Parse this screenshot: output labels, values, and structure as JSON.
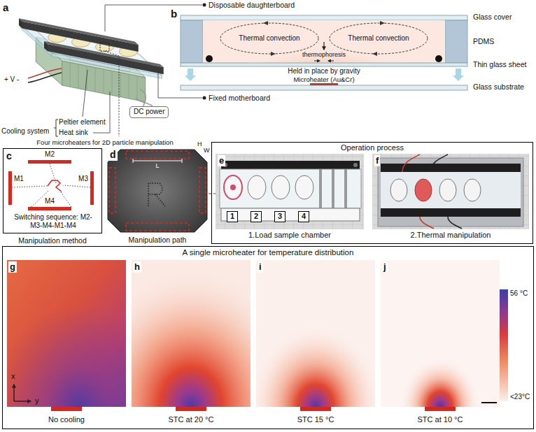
{
  "diagram": {
    "nodes": [
      {
        "text": [
          "DC power"
        ]
      },
      {
        "text": [
          "c",
          "Switching sequence: M2-M3-M4-M1-M4",
          "Manipulation method"
        ]
      },
      {
        "text": [
          "d",
          "Manipulation path"
        ]
      },
      {
        "text": [
          "Operation process"
        ]
      },
      {
        "text": [
          "e",
          "1.Load sample chamber"
        ],
        "in": 3
      },
      {
        "text": [
          "1"
        ],
        "in": 4
      },
      {
        "text": [
          "2"
        ],
        "in": 4
      },
      {
        "text": [
          "3"
        ],
        "in": 4
      },
      {
        "text": [
          "4"
        ],
        "in": 4
      },
      {
        "text": [
          "f",
          "2.Thermal manipulation"
        ],
        "in": 3
      },
      {
        "text": [
          "A single microheater for temperature distribution"
        ]
      },
      {
        "text": [
          "g",
          "No cooling"
        ],
        "in": 10
      },
      {
        "text": [
          "h",
          "STC at 20 °C"
        ],
        "in": 10
      },
      {
        "text": [
          "i",
          "STC 15 °C"
        ],
        "in": 10
      },
      {
        "text": [
          "j",
          "STC at 10 °C"
        ],
        "in": 10
      }
    ],
    "edges": [
      {
        "from": 2,
        "to": 4,
        "arrow": "none"
      }
    ],
    "labels": [
      "a",
      "Disposable daughterboard",
      "+ V -",
      "Cooling system",
      "Peltier element",
      "Heat sink",
      "b",
      "Glass cover",
      "PDMS",
      "Thermal convection",
      "Thermal convection",
      "thermophoresis",
      "Thin glass sheet",
      "Held in place by gravity",
      "Microheater (Au&Cr)",
      "Glass substrate",
      "Fixed motherboard",
      "Four microheaters for 2D particle manipulation",
      "M2",
      "M1",
      "M3",
      "M4",
      "H",
      "W",
      "L",
      "56 °C",
      "<23°C",
      "x",
      "y"
    ]
  }
}
